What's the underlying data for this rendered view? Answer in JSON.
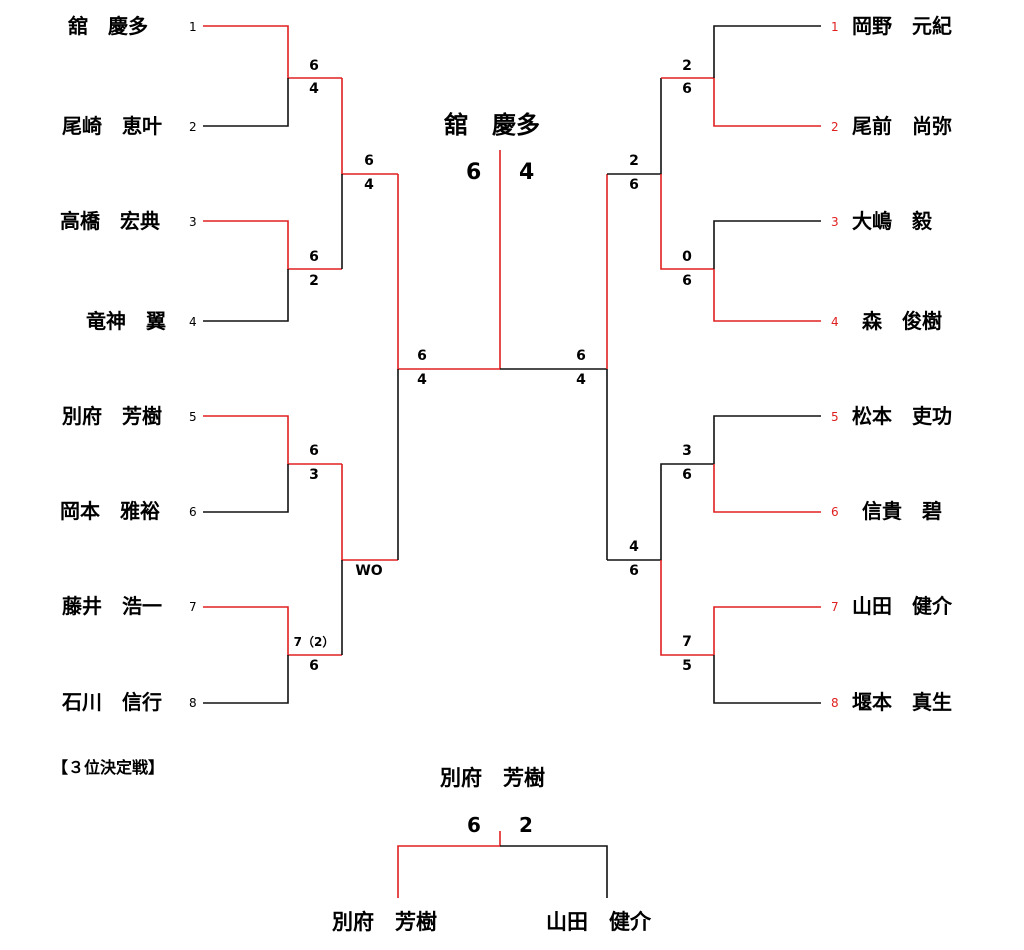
{
  "colors": {
    "winner_line": "#e02020",
    "loser_line": "#111111",
    "text": "#000000"
  },
  "left": {
    "players": [
      {
        "seed": "1",
        "name": "舘　慶多"
      },
      {
        "seed": "2",
        "name": "尾崎　恵叶"
      },
      {
        "seed": "3",
        "name": "高橋　宏典"
      },
      {
        "seed": "4",
        "name": "竜神　翼"
      },
      {
        "seed": "5",
        "name": "別府　芳樹"
      },
      {
        "seed": "6",
        "name": "岡本　雅裕"
      },
      {
        "seed": "7",
        "name": "藤井　浩一"
      },
      {
        "seed": "8",
        "name": "石川　信行"
      }
    ],
    "r1": [
      {
        "top": "6",
        "bottom": "4"
      },
      {
        "top": "6",
        "bottom": "2"
      },
      {
        "top": "6",
        "bottom": "3"
      },
      {
        "top": "7（2）",
        "bottom": "6"
      }
    ],
    "r2": [
      {
        "top": "6",
        "bottom": "4"
      },
      {
        "top": "",
        "bottom": "WO"
      }
    ],
    "sf": {
      "top": "6",
      "bottom": "4"
    }
  },
  "right": {
    "players": [
      {
        "seed": "1",
        "name": "岡野　元紀"
      },
      {
        "seed": "2",
        "name": "尾前　尚弥"
      },
      {
        "seed": "3",
        "name": "大嶋　毅"
      },
      {
        "seed": "4",
        "name": "森　俊樹"
      },
      {
        "seed": "5",
        "name": "松本　吏功"
      },
      {
        "seed": "6",
        "name": "信貴　碧"
      },
      {
        "seed": "7",
        "name": "山田　健介"
      },
      {
        "seed": "8",
        "name": "堰本　真生"
      }
    ],
    "r1": [
      {
        "top": "2",
        "bottom": "6"
      },
      {
        "top": "0",
        "bottom": "6"
      },
      {
        "top": "3",
        "bottom": "6"
      },
      {
        "top": "7",
        "bottom": "5"
      }
    ],
    "r2": [
      {
        "top": "2",
        "bottom": "6"
      },
      {
        "top": "4",
        "bottom": "6"
      }
    ],
    "sf": {
      "top": "6",
      "bottom": "4"
    }
  },
  "final": {
    "champion": "舘　慶多",
    "score_left": "6",
    "score_right": "4"
  },
  "third_place": {
    "title": "【３位決定戦】",
    "winner": "別府　芳樹",
    "score_left": "6",
    "score_right": "2",
    "player_left": "別府　芳樹",
    "player_right": "山田　健介"
  }
}
